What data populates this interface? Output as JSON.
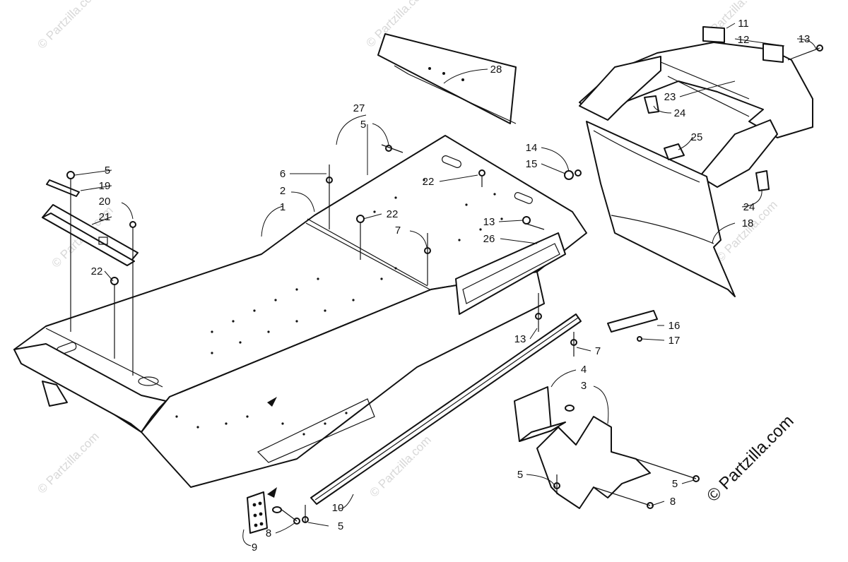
{
  "watermark": "© Partzilla.com",
  "copyright": "© Partzilla.com",
  "callouts": {
    "c1": "1",
    "c2": "2",
    "c3": "3",
    "c4": "4",
    "c5a": "5",
    "c5b": "5",
    "c5c": "5",
    "c5d": "5",
    "c5e": "5",
    "c6": "6",
    "c7a": "7",
    "c7b": "7",
    "c8a": "8",
    "c8b": "8",
    "c9": "9",
    "c10": "10",
    "c11": "11",
    "c12": "12",
    "c13a": "13",
    "c13b": "13",
    "c13c": "13",
    "c14": "14",
    "c15": "15",
    "c16": "16",
    "c17": "17",
    "c18": "18",
    "c19": "19",
    "c20": "20",
    "c21": "21",
    "c22a": "22",
    "c22b": "22",
    "c22c": "22",
    "c23": "23",
    "c24a": "24",
    "c24b": "24",
    "c25": "25",
    "c26": "26",
    "c27": "27",
    "c28": "28"
  },
  "icons": {
    "arrow": "triangle-pointer-icon",
    "bolt": "bolt-icon",
    "rivet": "rivet-icon",
    "nut": "nut-icon"
  }
}
